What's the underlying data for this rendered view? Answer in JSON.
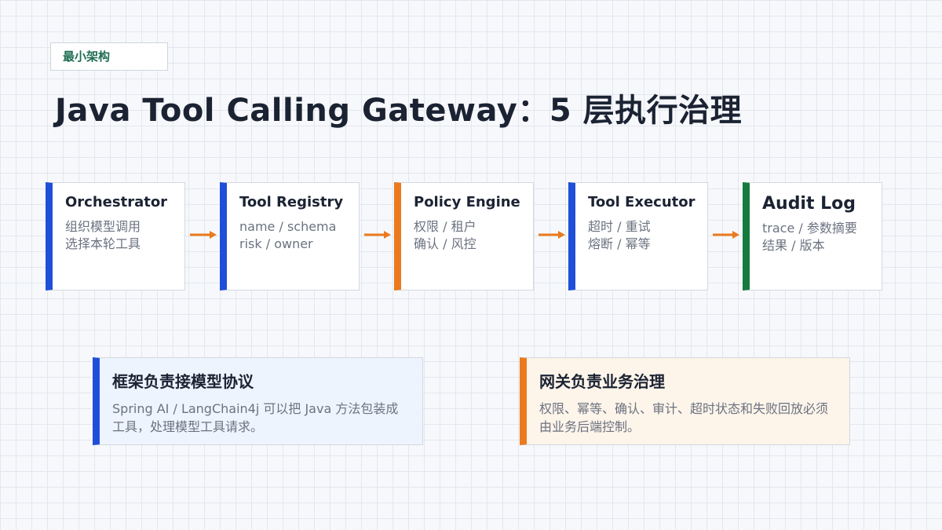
{
  "tag": "最小架构",
  "title": "Java Tool Calling Gateway：5 层执行治理",
  "colors": {
    "blue": "#1f4fd8",
    "orange": "#ea7a1e",
    "green": "#157a3e",
    "title_text": "#1b2333",
    "muted_text": "#6b7280"
  },
  "nodes": [
    {
      "title": "Orchestrator",
      "lines": [
        "组织模型调用",
        "选择本轮工具"
      ],
      "accent": "#1f4fd8"
    },
    {
      "title": "Tool Registry",
      "lines": [
        "name / schema",
        "risk / owner"
      ],
      "accent": "#1f4fd8"
    },
    {
      "title": "Policy Engine",
      "lines": [
        "权限 / 租户",
        "确认 / 风控"
      ],
      "accent": "#ea7a1e"
    },
    {
      "title": "Tool Executor",
      "lines": [
        "超时 / 重试",
        "熔断 / 幂等"
      ],
      "accent": "#1f4fd8"
    },
    {
      "title": "Audit Log",
      "lines": [
        "trace / 参数摘要",
        "结果 / 版本"
      ],
      "accent": "#157a3e"
    }
  ],
  "cards": [
    {
      "title": "框架负责接模型协议",
      "body": "Spring AI / LangChain4j 可以把 Java 方法包装成工具，处理模型工具请求。",
      "accent": "#1f4fd8",
      "background": "#eef4fe"
    },
    {
      "title": "网关负责业务治理",
      "body": "权限、幂等、确认、审计、超时状态和失败回放必须由业务后端控制。",
      "accent": "#ea7a1e",
      "background": "#fdf4ea"
    }
  ]
}
